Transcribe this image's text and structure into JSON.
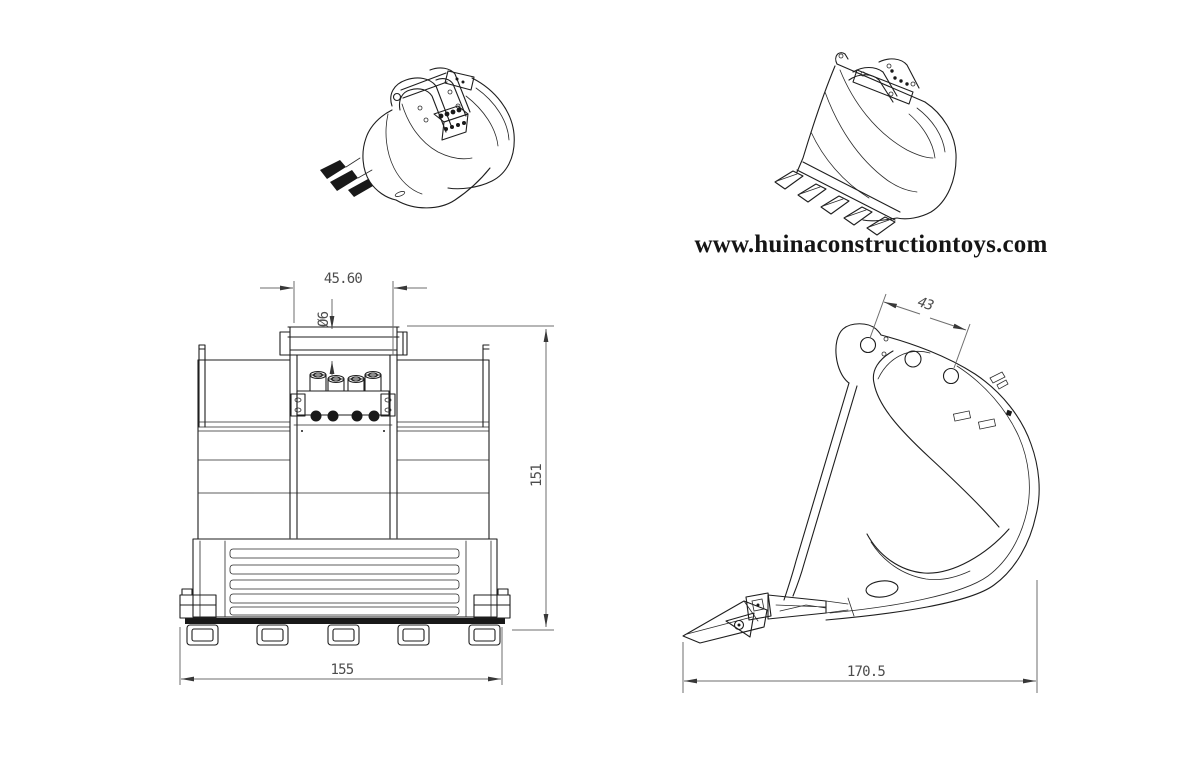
{
  "canvas": {
    "background": "#ffffff",
    "drawing_line_color": "#1e1e1e",
    "dimension_line_color": "#6e6e6e",
    "dimension_text_color": "#4c4c4c"
  },
  "branding": {
    "website_url": "www.huinaconstructiontoys.com"
  },
  "front_view": {
    "dims": {
      "top_width": "45.60",
      "pin_diameter": "Ø6",
      "height": "151",
      "overall_width": "155"
    }
  },
  "side_view": {
    "dims": {
      "pin_spacing": "43",
      "overall_length": "170.5"
    }
  }
}
